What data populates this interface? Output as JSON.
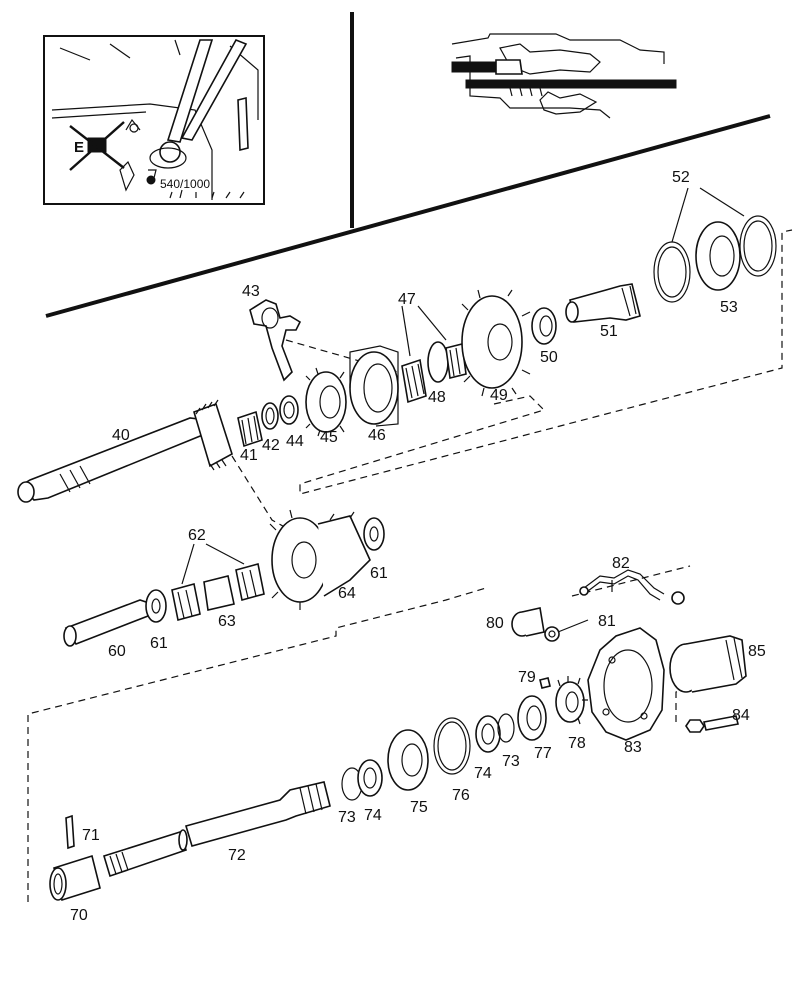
{
  "inset": {
    "marker_letter": "E",
    "speed_label": "540/1000"
  },
  "callouts": {
    "p40": "40",
    "p41": "41",
    "p42": "42",
    "p43": "43",
    "p44": "44",
    "p45": "45",
    "p46": "46",
    "p47": "47",
    "p48": "48",
    "p49": "49",
    "p50": "50",
    "p51": "51",
    "p52": "52",
    "p53": "53",
    "p60": "60",
    "p61a": "61",
    "p61b": "61",
    "p62": "62",
    "p63": "63",
    "p64": "64",
    "p70": "70",
    "p71": "71",
    "p72": "72",
    "p73a": "73",
    "p73b": "73",
    "p74a": "74",
    "p74b": "74",
    "p75": "75",
    "p76": "76",
    "p77": "77",
    "p78": "78",
    "p79": "79",
    "p80": "80",
    "p81": "81",
    "p82": "82",
    "p83": "83",
    "p84": "84",
    "p85": "85"
  }
}
